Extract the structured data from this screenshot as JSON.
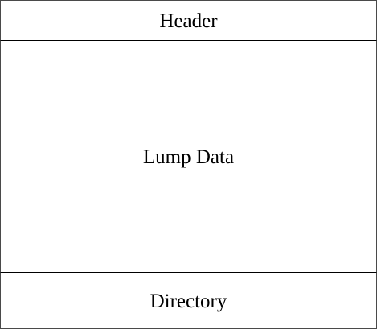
{
  "diagram": {
    "blocks": [
      {
        "id": "header",
        "label": "Header"
      },
      {
        "id": "lump-data",
        "label": "Lump Data"
      },
      {
        "id": "directory",
        "label": "Directory"
      }
    ],
    "colors": {
      "background": "#ffffff",
      "border": "#000000",
      "text": "#000000"
    }
  }
}
